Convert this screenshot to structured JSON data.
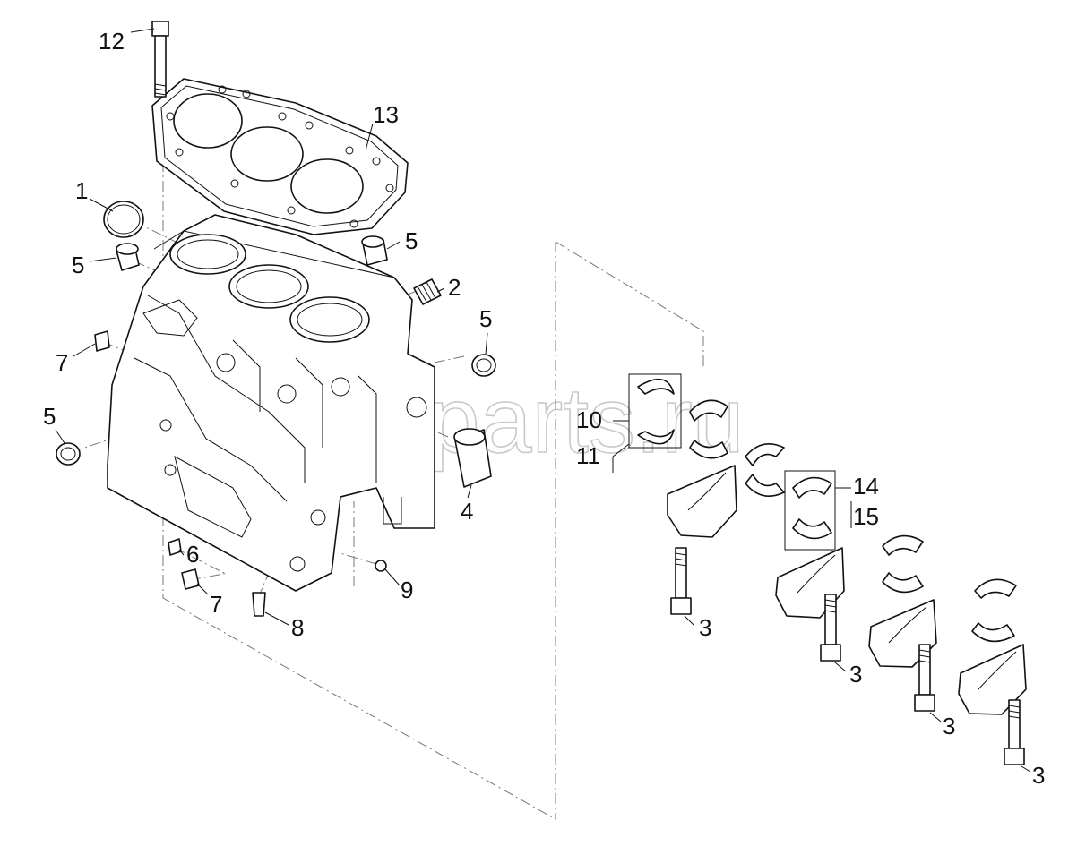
{
  "callouts": [
    {
      "id": "c12",
      "label": "12"
    },
    {
      "id": "c13",
      "label": "13"
    },
    {
      "id": "c1",
      "label": "1"
    },
    {
      "id": "c5a",
      "label": "5"
    },
    {
      "id": "c5b",
      "label": "5"
    },
    {
      "id": "c2",
      "label": "2"
    },
    {
      "id": "c5c",
      "label": "5"
    },
    {
      "id": "c7a",
      "label": "7"
    },
    {
      "id": "c5d",
      "label": "5"
    },
    {
      "id": "c4",
      "label": "4"
    },
    {
      "id": "c6",
      "label": "6"
    },
    {
      "id": "c7b",
      "label": "7"
    },
    {
      "id": "c8",
      "label": "8"
    },
    {
      "id": "c9",
      "label": "9"
    },
    {
      "id": "c10",
      "label": "10"
    },
    {
      "id": "c11",
      "label": "11"
    },
    {
      "id": "c14",
      "label": "14"
    },
    {
      "id": "c15",
      "label": "15"
    },
    {
      "id": "c3a",
      "label": "3"
    },
    {
      "id": "c3b",
      "label": "3"
    },
    {
      "id": "c3c",
      "label": "3"
    },
    {
      "id": "c3d",
      "label": "3"
    }
  ],
  "watermark": "amfiat-parts.ru"
}
